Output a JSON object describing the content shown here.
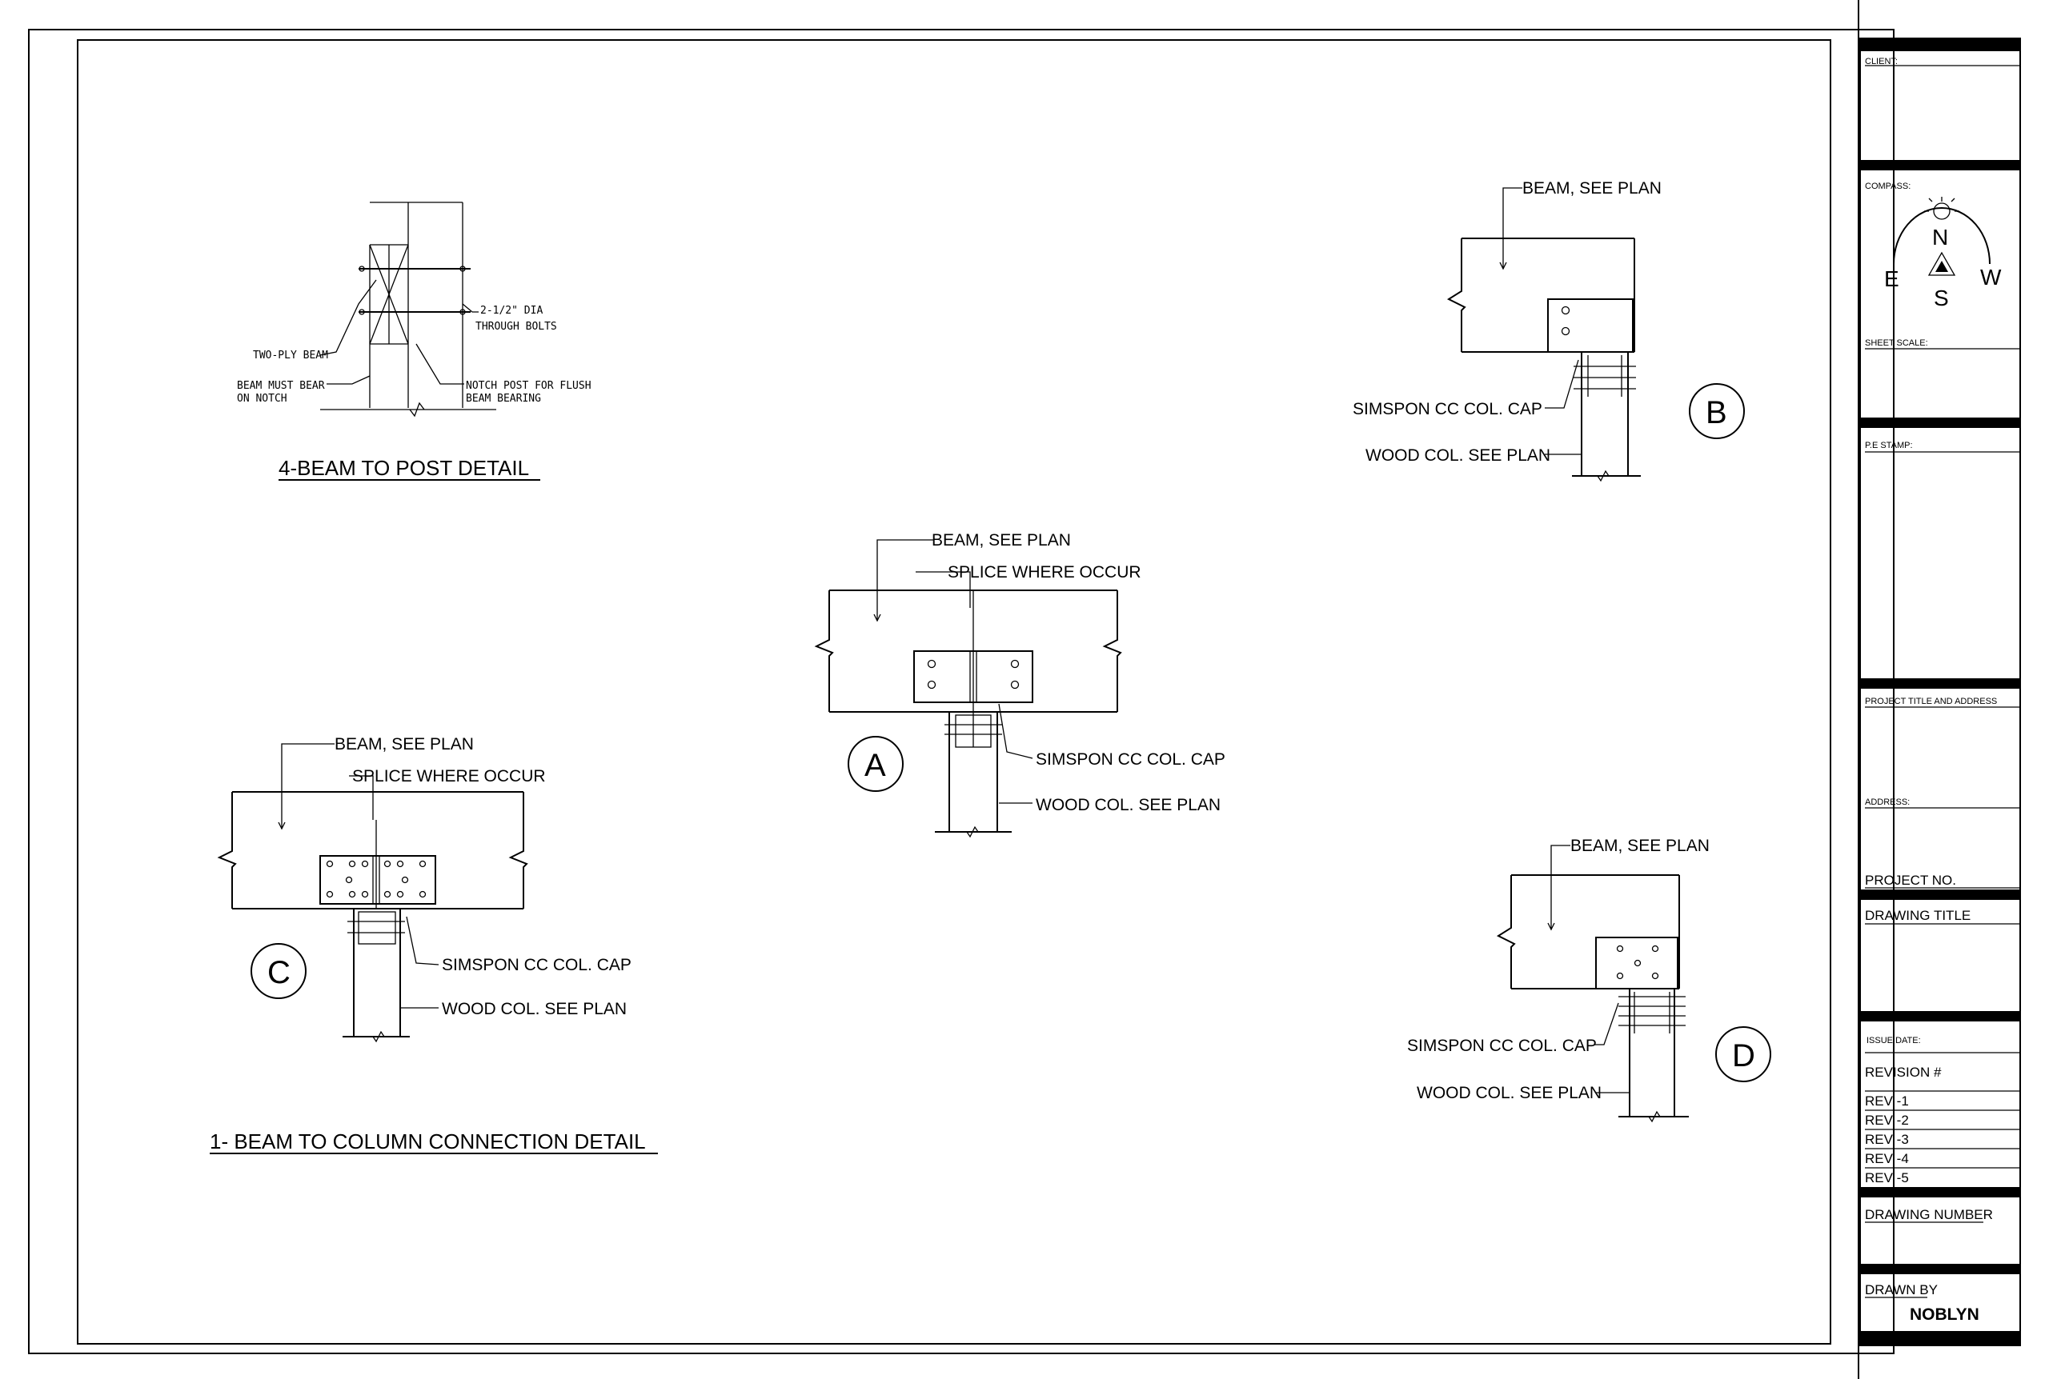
{
  "details": {
    "beam_to_post": {
      "title": "4-BEAM TO POST DETAIL",
      "notes": [
        "2-1/2\" DIA",
        "THROUGH BOLTS",
        "TWO-PLY BEAM",
        "BEAM MUST BEAR",
        "ON NOTCH",
        "NOTCH POST FOR FLUSH",
        "BEAM BEARING"
      ]
    },
    "beam_to_column_title": "1- BEAM TO COLUMN CONNECTION DETAIL",
    "A": {
      "tag": "A",
      "beam": "BEAM, SEE PLAN",
      "splice": "SPLICE WHERE OCCUR",
      "cap": "SIMSPON CC COL. CAP",
      "col": "WOOD COL. SEE PLAN"
    },
    "B": {
      "tag": "B",
      "beam": "BEAM, SEE PLAN",
      "cap": "SIMSPON CC COL. CAP",
      "col": "WOOD COL. SEE PLAN"
    },
    "C": {
      "tag": "C",
      "beam": "BEAM, SEE PLAN",
      "splice": "SPLICE WHERE OCCUR",
      "cap": "SIMSPON CC COL. CAP",
      "col": "WOOD COL. SEE PLAN"
    },
    "D": {
      "tag": "D",
      "beam": "BEAM, SEE PLAN",
      "cap": "SIMSPON CC COL. CAP",
      "col": "WOOD COL. SEE PLAN"
    }
  },
  "title_block": {
    "client": "CLIENT:",
    "compass": "COMPASS:",
    "compass_n": "N",
    "compass_s": "S",
    "compass_e": "E",
    "compass_w": "W",
    "sheet_scale": "SHEET SCALE:",
    "pe_stamp": "P.E STAMP:",
    "project_title": "PROJECT TITLE AND ADDRESS",
    "address": "ADDRESS:",
    "project_no": "PROJECT NO.",
    "drawing_title": "DRAWING TITLE",
    "issue_date": "ISSUE DATE:",
    "revision": "REVISION #",
    "revs": [
      "REV -1",
      "REV -2",
      "REV -3",
      "REV -4",
      "REV -5"
    ],
    "drawing_number": "DRAWING NUMBER",
    "drawn_by": "DRAWN BY",
    "drawn_by_name": "NOBLYN"
  }
}
